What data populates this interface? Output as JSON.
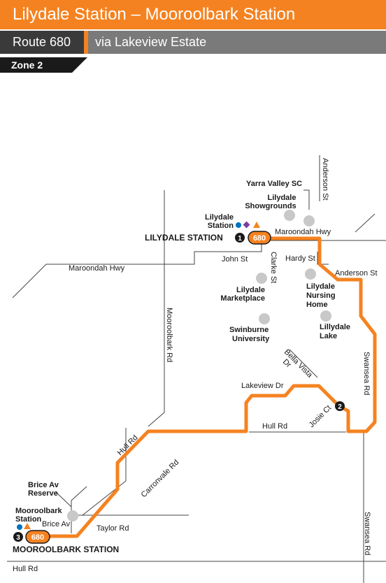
{
  "header": {
    "title": "Lilydale Station – Mooroolbark Station"
  },
  "route": {
    "number": "Route 680",
    "via": "via Lakeview Estate"
  },
  "zone": {
    "label": "Zone 2"
  },
  "colors": {
    "accent": "#f58220",
    "dark": "#3a3a3a",
    "grey": "#7a7a7a"
  },
  "map": {
    "stations": {
      "lilydale": "LILYDALE STATION",
      "mooroolbark": "MOOROOLBARK STATION",
      "route_badge": "680"
    },
    "timing_points": [
      "1",
      "2",
      "3"
    ],
    "landmarks": {
      "yarra_valley_sc": "Yarra Valley SC",
      "showgrounds": [
        "Lilydale",
        "Showgrounds"
      ],
      "lilydale_station": [
        "Lilydale",
        "Station"
      ],
      "marketplace": [
        "Lilydale",
        "Marketplace"
      ],
      "nursing_home": [
        "Lilydale",
        "Nursing",
        "Home"
      ],
      "lake": [
        "Lillydale",
        "Lake"
      ],
      "swinburne": [
        "Swinburne",
        "University"
      ],
      "brice_reserve": [
        "Brice Av",
        "Reserve"
      ],
      "mooroolbark_station": [
        "Mooroolbark",
        "Station"
      ]
    },
    "streets": {
      "anderson_st_vertical": "Anderson St",
      "maroondah_hwy_east": "Maroondah Hwy",
      "maroondah_hwy_west": "Maroondah Hwy",
      "john_st": "John St",
      "clarke_st": "Clarke St",
      "hardy_st": "Hardy St",
      "anderson_st": "Anderson St",
      "mooroolbark_rd": "Mooroolbark Rd",
      "bella_vista": [
        "Bella Vista",
        "Dr"
      ],
      "swansea_rd_upper": "Swansea Rd",
      "lakeview_dr": "Lakeview Dr",
      "josie_ct": "Josie Ct",
      "hull_rd_east": "Hull Rd",
      "hull_rd_diag": "Hull Rd",
      "carronvale_rd": "Carronvale Rd",
      "brice_av": "Brice Av",
      "taylor_rd": "Taylor Rd",
      "swansea_rd_lower": "Swansea Rd",
      "hull_rd_south": "Hull Rd"
    }
  }
}
